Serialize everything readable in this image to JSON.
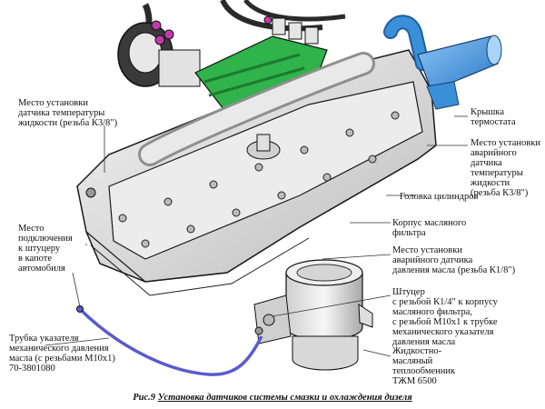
{
  "labels": {
    "coolant_temp_sensor_place": "Место  установки\nдатчика температуры\nжидкости (резьба К3/8\")",
    "thermostat_cover": "Крышка\nтермостата",
    "emergency_coolant_sensor": "Место установки\nаварийного\nдатчика\nтемпературы\nжидкости\n(резьба К3/8\")",
    "cylinder_head": "Головка цилиндров",
    "oil_filter_housing": "Корпус масляного\nфильтра",
    "emergency_oil_pressure_sensor": "Место установки\nаварийного датчика\nдавления масла (резьба К1/8\")",
    "hood_fitting_connection": "Место\nподключения\nк штуцеру\nв капоте\nавтомобиля",
    "fitting_description": "Штуцер\nс резьбой К1/4\" к корпусу\nмасляного фильтра,\nс резьбой М10х1 к трубке\nмеханического указателя\nдавления масла",
    "pressure_gauge_tube": "Трубка указателя\nмеханического давления\nмасла (с резьбами М10х1)\n70-3801080",
    "heat_exchanger": "Жидкостно-\nмасляный\nтеплообменник\nТЖМ 6500"
  },
  "caption": {
    "prefix": "Рис.9",
    "title": "Установка датчиков системы смазки и охлаждения дизеля"
  },
  "colors": {
    "engine_body": "#dcdcdc",
    "engine_outline": "#1a1a1a",
    "injector_pump": "#2fb34a",
    "thermostat_pipe": "#3a8fd9",
    "gauge_tube": "#5a5acb",
    "fuel_fittings": "#c03ca8",
    "dark_parts": "#2a2a2a"
  }
}
